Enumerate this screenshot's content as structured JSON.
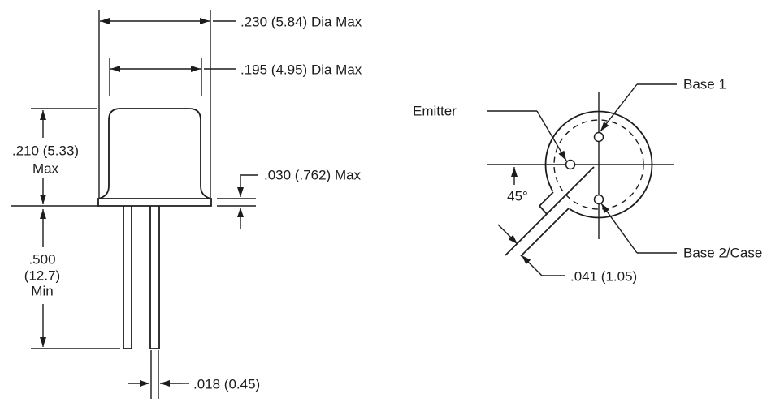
{
  "colors": {
    "line": "#1c1c1c",
    "background": "#ffffff"
  },
  "side_view": {
    "dim_outer_diameter": ".230 (5.84) Dia Max",
    "dim_cap_diameter": ".195 (4.95) Dia Max",
    "dim_body_height": ".210 (5.33)",
    "dim_body_height_qualifier": "Max",
    "dim_flange_thickness": ".030 (.762) Max",
    "dim_lead_length_in": ".500",
    "dim_lead_length_mm": "(12.7)",
    "dim_lead_length_qualifier": "Min",
    "dim_lead_diameter": ".018 (0.45)"
  },
  "bottom_view": {
    "label_emitter": "Emitter",
    "label_base1": "Base 1",
    "label_base2": "Base 2/Case",
    "dim_tab_angle": "45°",
    "dim_tab_width": ".041 (1.05)"
  }
}
